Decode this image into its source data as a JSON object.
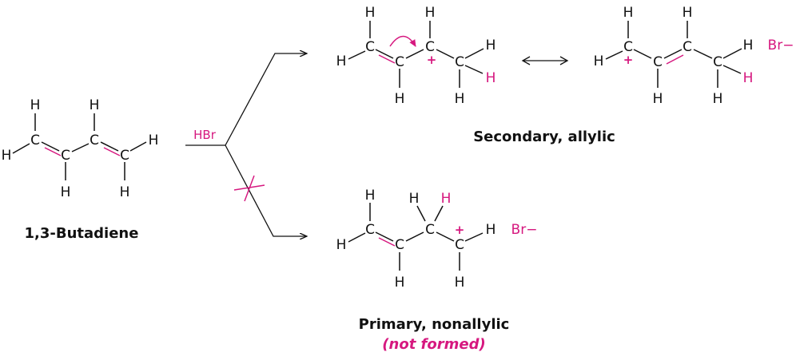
{
  "atoms": {
    "C": "C",
    "H": "H",
    "plus": "+",
    "bromide": "Br−"
  },
  "reagent": "HBr",
  "labels": {
    "butadiene": "1,3-Butadiene",
    "secondary": "Secondary, allylic",
    "primary": "Primary, nonallylic",
    "not_formed": "(not formed)"
  },
  "colors": {
    "accent": "#d6187f",
    "ink": "#111111"
  }
}
